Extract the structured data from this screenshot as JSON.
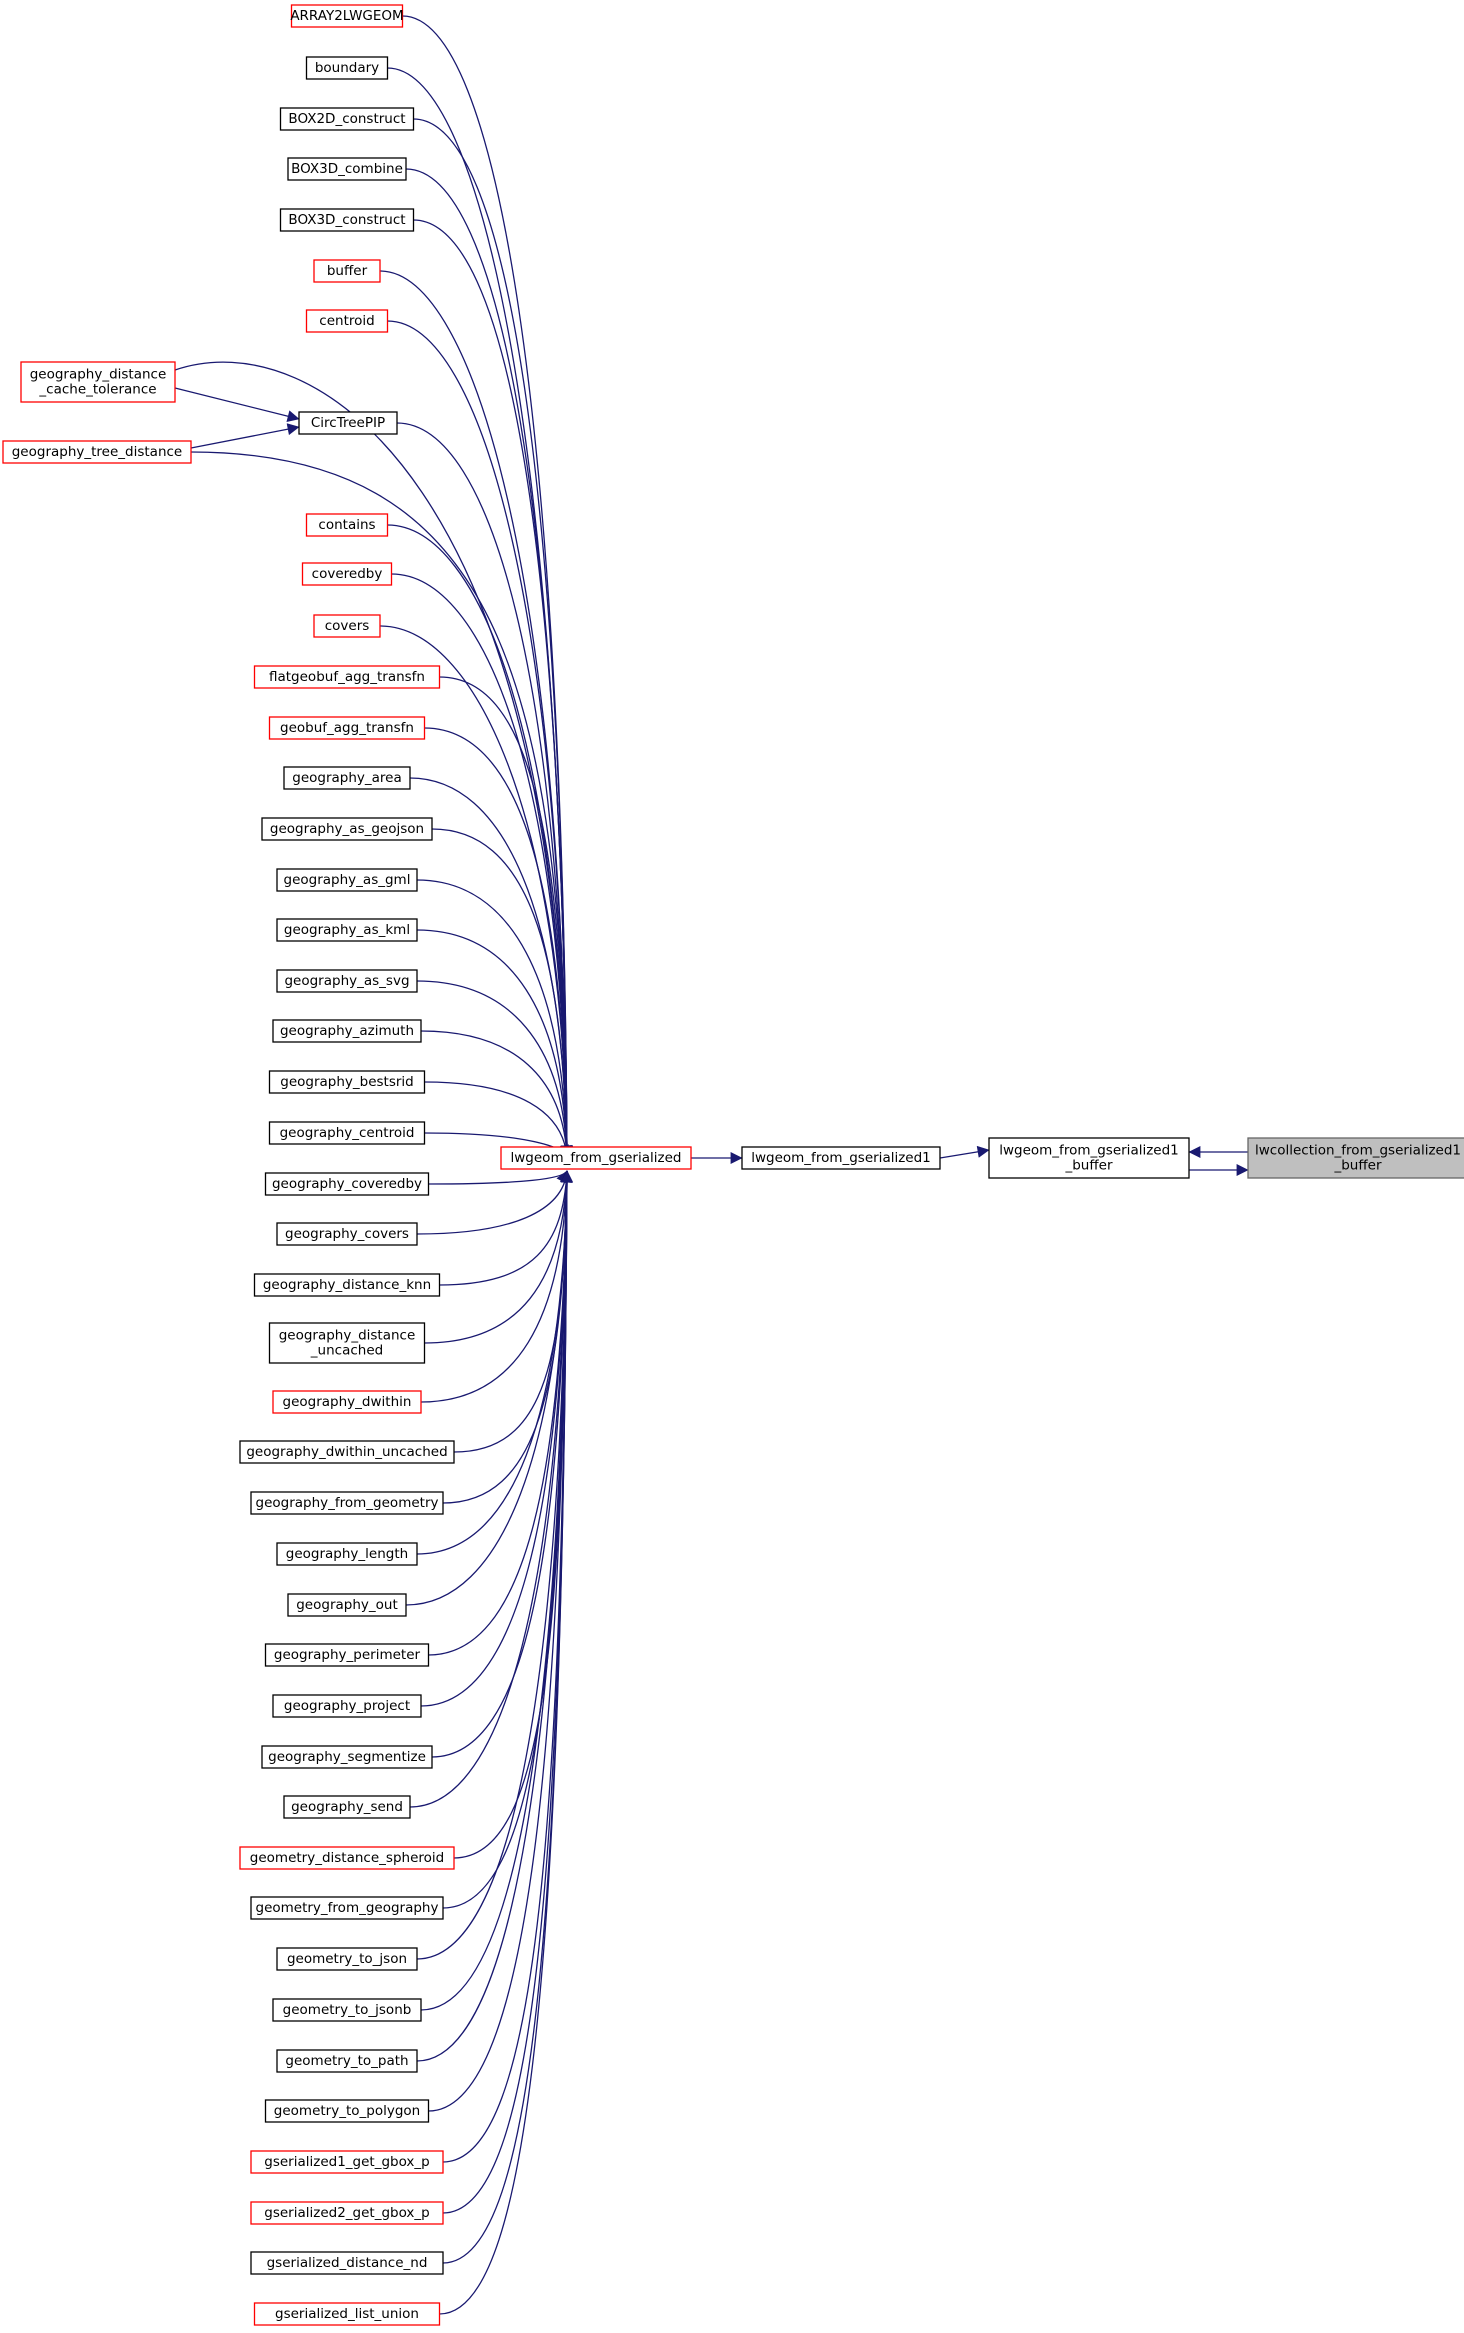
{
  "colors": {
    "edge": "#191970",
    "border_normal": "#000000",
    "border_truncated": "#ff0000",
    "focus_fill": "#bfbfbf",
    "node_fill": "#ffffff"
  },
  "nodes": {
    "focus": {
      "lines": [
        "lwcollection_from_gserialized1",
        "_buffer"
      ],
      "style": "focus"
    },
    "buffer_fn": {
      "lines": [
        "lwgeom_from_gserialized1",
        "_buffer"
      ],
      "style": "normal"
    },
    "lfg1": {
      "lines": [
        "lwgeom_from_gserialized1"
      ],
      "style": "normal"
    },
    "lfg": {
      "lines": [
        "lwgeom_from_gserialized"
      ],
      "style": "truncated"
    },
    "circtree": {
      "lines": [
        "CircTreePIP"
      ],
      "style": "normal"
    },
    "gdct": {
      "lines": [
        "geography_distance",
        "_cache_tolerance"
      ],
      "style": "truncated"
    },
    "gtd": {
      "lines": [
        "geography_tree_distance"
      ],
      "style": "truncated"
    }
  },
  "callers": [
    {
      "label": "ARRAY2LWGEOM",
      "style": "truncated"
    },
    {
      "label": "boundary",
      "style": "normal"
    },
    {
      "label": "BOX2D_construct",
      "style": "normal"
    },
    {
      "label": "BOX3D_combine",
      "style": "normal"
    },
    {
      "label": "BOX3D_construct",
      "style": "normal"
    },
    {
      "label": "buffer",
      "style": "truncated"
    },
    {
      "label": "centroid",
      "style": "truncated"
    },
    {
      "label": "contains",
      "style": "truncated"
    },
    {
      "label": "coveredby",
      "style": "truncated"
    },
    {
      "label": "covers",
      "style": "truncated"
    },
    {
      "label": "flatgeobuf_agg_transfn",
      "style": "truncated"
    },
    {
      "label": "geobuf_agg_transfn",
      "style": "truncated"
    },
    {
      "label": "geography_area",
      "style": "normal"
    },
    {
      "label": "geography_as_geojson",
      "style": "normal"
    },
    {
      "label": "geography_as_gml",
      "style": "normal"
    },
    {
      "label": "geography_as_kml",
      "style": "normal"
    },
    {
      "label": "geography_as_svg",
      "style": "normal"
    },
    {
      "label": "geography_azimuth",
      "style": "normal"
    },
    {
      "label": "geography_bestsrid",
      "style": "normal"
    },
    {
      "label": "geography_centroid",
      "style": "normal"
    },
    {
      "label": "geography_coveredby",
      "style": "normal"
    },
    {
      "label": "geography_covers",
      "style": "normal"
    },
    {
      "label": "geography_distance_knn",
      "style": "normal"
    },
    {
      "label": "geography_distance\n_uncached",
      "style": "normal"
    },
    {
      "label": "geography_dwithin",
      "style": "truncated"
    },
    {
      "label": "geography_dwithin_uncached",
      "style": "normal"
    },
    {
      "label": "geography_from_geometry",
      "style": "normal"
    },
    {
      "label": "geography_length",
      "style": "normal"
    },
    {
      "label": "geography_out",
      "style": "normal"
    },
    {
      "label": "geography_perimeter",
      "style": "normal"
    },
    {
      "label": "geography_project",
      "style": "normal"
    },
    {
      "label": "geography_segmentize",
      "style": "normal"
    },
    {
      "label": "geography_send",
      "style": "normal"
    },
    {
      "label": "geometry_distance_spheroid",
      "style": "truncated"
    },
    {
      "label": "geometry_from_geography",
      "style": "normal"
    },
    {
      "label": "geometry_to_json",
      "style": "normal"
    },
    {
      "label": "geometry_to_jsonb",
      "style": "normal"
    },
    {
      "label": "geometry_to_path",
      "style": "normal"
    },
    {
      "label": "geometry_to_polygon",
      "style": "normal"
    },
    {
      "label": "gserialized1_get_gbox_p",
      "style": "truncated"
    },
    {
      "label": "gserialized2_get_gbox_p",
      "style": "truncated"
    },
    {
      "label": "gserialized_distance_nd",
      "style": "normal"
    },
    {
      "label": "gserialized_list_union",
      "style": "truncated"
    }
  ]
}
